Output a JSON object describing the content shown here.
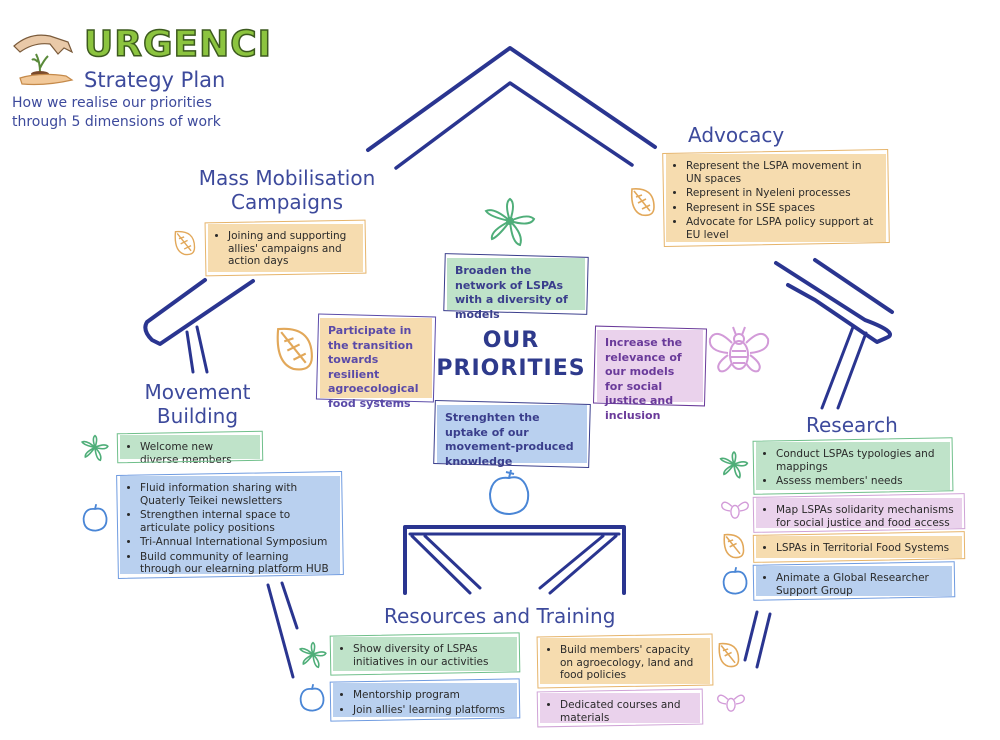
{
  "header": {
    "logo_text": "URGENCI",
    "subtitle": "Strategy Plan",
    "tagline_line1": "How we realise our priorities",
    "tagline_line2": "through 5 dimensions of work"
  },
  "colors": {
    "structure": "#2a3590",
    "title_text": "#3d4a9c",
    "orange": "#f6dcaf",
    "green": "#bfe3c9",
    "blue": "#b9d0ef",
    "pink": "#ead2ec",
    "logo_green": "#8cc43f"
  },
  "center": {
    "title_line1": "OUR",
    "title_line2": "PRIORITIES",
    "priorities": [
      {
        "text": "Broaden the network of LSPAs with a diversity of models",
        "color": "green",
        "icon": "flower-icon"
      },
      {
        "text": "Participate in the transition towards resilient agroecological food systems",
        "color": "orange",
        "icon": "leaf-icon"
      },
      {
        "text": "Increase the relevance of our models for social justice and inclusion",
        "color": "pink",
        "icon": "bee-icon"
      },
      {
        "text": "Strenghten the uptake of our movement-produced knowledge",
        "color": "blue",
        "icon": "apple-icon"
      }
    ]
  },
  "dimensions": {
    "advocacy": {
      "title": "Advocacy",
      "items": [
        "Represent the LSPA movement in UN spaces",
        "Represent in Nyeleni processes",
        "Represent in SSE spaces",
        "Advocate for LSPA policy support at EU level"
      ]
    },
    "mass_mobilisation": {
      "title_line1": "Mass Mobilisation",
      "title_line2": "Campaigns",
      "items": [
        "Joining and supporting allies' campaigns and action days"
      ]
    },
    "movement_building": {
      "title_line1": "Movement",
      "title_line2": "Building",
      "green_items": [
        "Welcome new diverse members"
      ],
      "blue_items": [
        "Fluid information sharing with Quaterly Teikei newsletters",
        "Strengthen internal space to articulate policy positions",
        "Tri-Annual International Symposium",
        "Build community of learning through our elearning platform HUB"
      ]
    },
    "research": {
      "title": "Research",
      "green_items": [
        "Conduct LSPAs typologies and mappings",
        "Assess members' needs"
      ],
      "pink_items": [
        "Map LSPAs solidarity mechanisms for social justice and food access"
      ],
      "orange_items": [
        "LSPAs in Territorial Food Systems"
      ],
      "blue_items": [
        "Animate a Global Researcher Support Group"
      ]
    },
    "resources_training": {
      "title": "Resources and Training",
      "green_items": [
        "Show diversity of LSPAs initiatives in our activities"
      ],
      "blue_items": [
        "Mentorship program",
        "Join allies' learning platforms"
      ],
      "orange_items": [
        "Build members' capacity on agroecology, land and food policies"
      ],
      "pink_items": [
        "Dedicated courses and materials"
      ]
    }
  }
}
